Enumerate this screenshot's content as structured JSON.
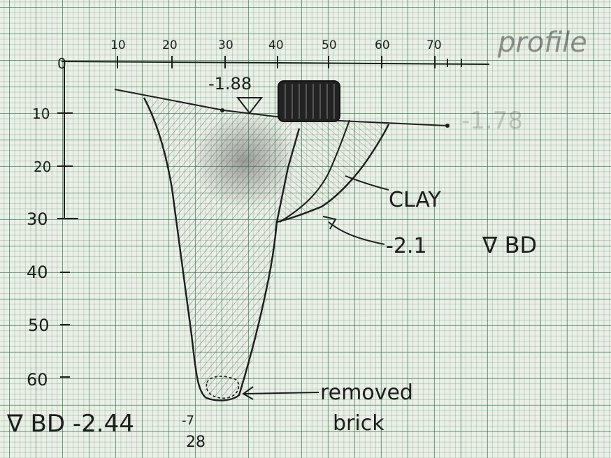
{
  "title": "profile",
  "x_ticks": [
    "10",
    "20",
    "30",
    "40",
    "50",
    "60",
    "70"
  ],
  "y_ticks": [
    "0",
    "10",
    "20",
    "30",
    "40",
    "50",
    "60"
  ],
  "labels": {
    "top_level": "-1.88",
    "right_ghost": "-1.78",
    "clay": "CLAY",
    "mid_level": "-2.1",
    "mid_level_suffix": "∇ BD",
    "removed_line1": "removed",
    "removed_line2": "brick",
    "bottom_level": "∇ BD -2.44",
    "bottom_sub": "-7",
    "bottom_sub2": "28"
  },
  "colors": {
    "grid": "#2f7a4c",
    "ink": "#1d1d1d",
    "paper": "#ecefe7"
  }
}
